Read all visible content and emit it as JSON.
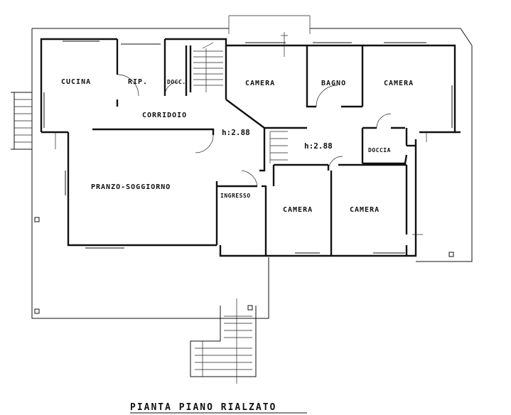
{
  "plan": {
    "title": "PIANTA PIANO RIALZATO",
    "rooms": [
      {
        "key": "cucina",
        "label": "CUCINA"
      },
      {
        "key": "rip",
        "label": "RIP."
      },
      {
        "key": "doc",
        "label": "DOCC."
      },
      {
        "key": "camera1",
        "label": "CAMERA"
      },
      {
        "key": "bagno",
        "label": "BAGNO"
      },
      {
        "key": "camera2",
        "label": "CAMERA"
      },
      {
        "key": "corridoio",
        "label": "CORRIDOIO"
      },
      {
        "key": "doccia",
        "label": "DOCCIA"
      },
      {
        "key": "pranzo",
        "label": "PRANZO-SOGGIORNO"
      },
      {
        "key": "ingresso",
        "label": "INGRESSO"
      },
      {
        "key": "camera3",
        "label": "CAMERA"
      },
      {
        "key": "camera4",
        "label": "CAMERA"
      }
    ],
    "heights": [
      {
        "key": "h1",
        "label": "h:2.88"
      },
      {
        "key": "h2",
        "label": "h:2.88"
      }
    ]
  }
}
